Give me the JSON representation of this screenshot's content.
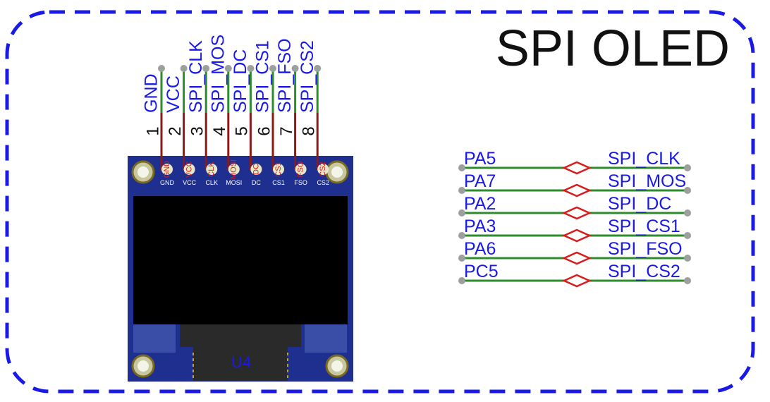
{
  "title": "SPI OLED",
  "module": {
    "designator": "U4",
    "pins": [
      {
        "number": "1",
        "net": "GND",
        "silk": "GND",
        "pad": "GND"
      },
      {
        "number": "2",
        "net": "VCC",
        "silk": "VCC",
        "pad": "VCC"
      },
      {
        "number": "3",
        "net": "SPI_CLK",
        "silk": "CLK",
        "pad": "CLK"
      },
      {
        "number": "4",
        "net": "SPI_MOS",
        "silk": "MOSI",
        "pad": "MOSI"
      },
      {
        "number": "5",
        "net": "SPI_DC",
        "silk": "DC",
        "pad": "DC"
      },
      {
        "number": "6",
        "net": "SPI_CS1",
        "silk": "CS1",
        "pad": "CS1"
      },
      {
        "number": "7",
        "net": "SPI_FSO",
        "silk": "FSO",
        "pad": "FSO"
      },
      {
        "number": "8",
        "net": "SPI_CS2",
        "silk": "CS2",
        "pad": "CS2"
      }
    ]
  },
  "net_map": [
    {
      "left": "PA5",
      "right": "SPI_CLK"
    },
    {
      "left": "PA7",
      "right": "SPI_MOS"
    },
    {
      "left": "PA2",
      "right": "SPI_DC"
    },
    {
      "left": "PA3",
      "right": "SPI_CS1"
    },
    {
      "left": "PA6",
      "right": "SPI_FSO"
    },
    {
      "left": "PC5",
      "right": "SPI_CS2"
    }
  ],
  "colors": {
    "border": "#1a1ae6",
    "net_label": "#1a1ae6",
    "wire": "#2e8b2e",
    "pin": "#8b1a1a",
    "pcb": "#1e2f8f",
    "pcb_light": "#3a4ea8",
    "screen": "#000000",
    "flex": "#2a2a2a",
    "pad": "#e6e6c8",
    "node": "#9aa09a",
    "junction": "#d81b1b"
  }
}
